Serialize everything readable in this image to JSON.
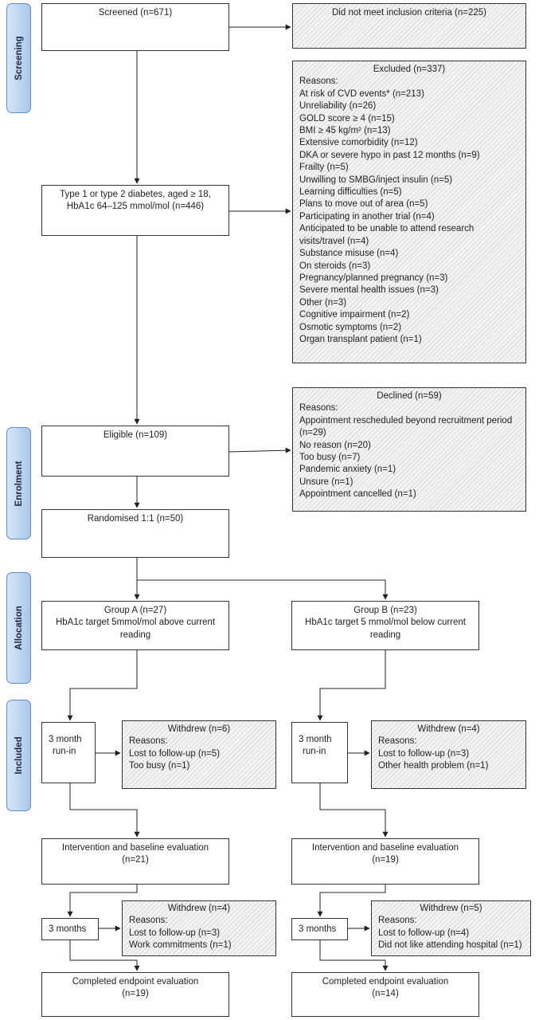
{
  "phases": {
    "screening": "Screening",
    "enrolment": "Enrolment",
    "allocation": "Allocation",
    "included": "Included"
  },
  "screened": "Screened (n=671)",
  "not_met": "Did not meet inclusion criteria (n=225)",
  "excluded": {
    "title": "Excluded (n=337)",
    "reasons_label": "Reasons:",
    "items": [
      "At risk of CVD events* (n=213)",
      "Unreliability (n=26)",
      "GOLD score ≥ 4 (n=15)",
      "BMI ≥ 45 kg/m² (n=13)",
      "Extensive comorbidity (n=12)",
      "DKA or severe hypo in past 12 months (n=9)",
      "Frailty (n=5)",
      "Unwilling to SMBG/inject insulin (n=5)",
      "Learning difficulties (n=5)",
      "Plans to move out of area (n=5)",
      "Participating in another trial (n=4)",
      "Anticipated to be unable to attend research visits/travel (n=4)",
      "Substance misuse (n=4)",
      "On steroids (n=3)",
      "Pregnancy/planned pregnancy (n=3)",
      "Severe mental health issues (n=3)",
      "Other (n=3)",
      "Cognitive impairment (n=2)",
      "Osmotic symptoms (n=2)",
      "Organ transplant patient (n=1)"
    ]
  },
  "type12": {
    "line1": "Type 1 or type 2 diabetes, aged ≥ 18,",
    "line2": "HbA1c 64–125 mmol/mol (n=446)"
  },
  "declined": {
    "title": "Declined (n=59)",
    "reasons_label": "Reasons:",
    "items": [
      "Appointment rescheduled beyond recruitment period (n=29)",
      "No reason (n=20)",
      "Too busy (n=7)",
      "Pandemic anxiety (n=1)",
      "Unsure (n=1)",
      "Appointment cancelled (n=1)"
    ]
  },
  "eligible": "Eligible (n=109)",
  "randomised": "Randomised 1:1 (n=50)",
  "group_a": {
    "line1": "Group A (n=27)",
    "line2": "HbA1c target 5mmol/mol above current reading"
  },
  "group_b": {
    "line1": "Group B (n=23)",
    "line2": "HbA1c target 5 mmol/mol below current reading"
  },
  "runin_a": {
    "line1": "3 month",
    "line2": "run-in"
  },
  "runin_b": {
    "line1": "3 month",
    "line2": "run-in"
  },
  "withdrew_a1": {
    "title": "Withdrew (n=6)",
    "reasons_label": "Reasons:",
    "items": [
      "Lost to follow-up (n=5)",
      "Too busy (n=1)"
    ]
  },
  "withdrew_b1": {
    "title": "Withdrew (n=4)",
    "reasons_label": "Reasons:",
    "items": [
      "Lost to follow-up (n=3)",
      "Other health problem (n=1)"
    ]
  },
  "baseline_a": {
    "line1": "Intervention and baseline evaluation",
    "line2": "(n=21)"
  },
  "baseline_b": {
    "line1": "Intervention and baseline evaluation",
    "line2": "(n=19)"
  },
  "months_a": "3 months",
  "months_b": "3 months",
  "withdrew_a2": {
    "title": "Withdrew (n=4)",
    "reasons_label": "Reasons:",
    "items": [
      "Lost to follow-up (n=3)",
      "Work commitments (n=1)"
    ]
  },
  "withdrew_b2": {
    "title": "Withdrew (n=5)",
    "reasons_label": "Reasons:",
    "items": [
      "Lost to follow-up (n=4)",
      "Did not like attending hospital (n=1)"
    ]
  },
  "completed_a": {
    "line1": "Completed endpoint evaluation",
    "line2": "(n=19)"
  },
  "completed_b": {
    "line1": "Completed endpoint evaluation",
    "line2": "(n=14)"
  }
}
